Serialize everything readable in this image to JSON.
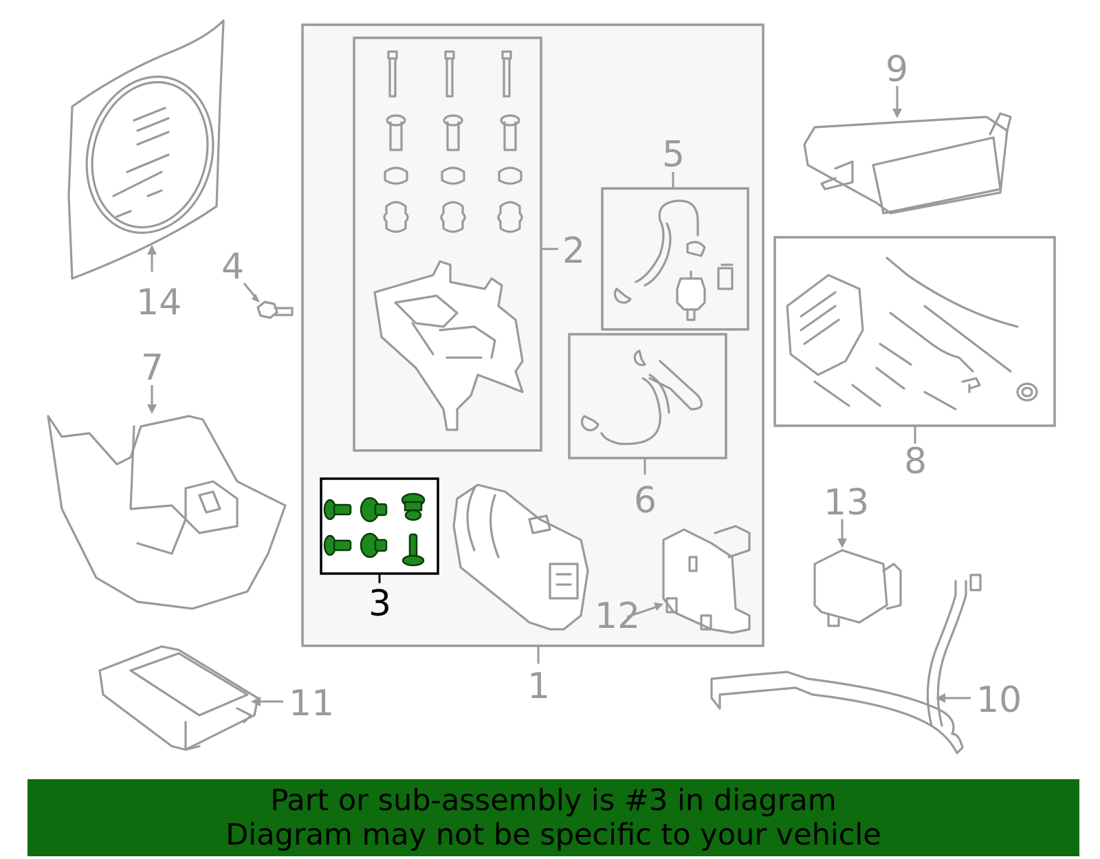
{
  "callouts": {
    "c1": "1",
    "c2": "2",
    "c3": "3",
    "c4": "4",
    "c5": "5",
    "c6": "6",
    "c7": "7",
    "c8": "8",
    "c9": "9",
    "c10": "10",
    "c11": "11",
    "c12": "12",
    "c13": "13",
    "c14": "14"
  },
  "highlight": {
    "part_number": "3",
    "color": "#1e8a1e"
  },
  "banner": {
    "line1": "Part or sub-assembly is #3 in diagram",
    "line2": "Diagram may not be specific to your vehicle",
    "background": "#0e6b0e"
  }
}
